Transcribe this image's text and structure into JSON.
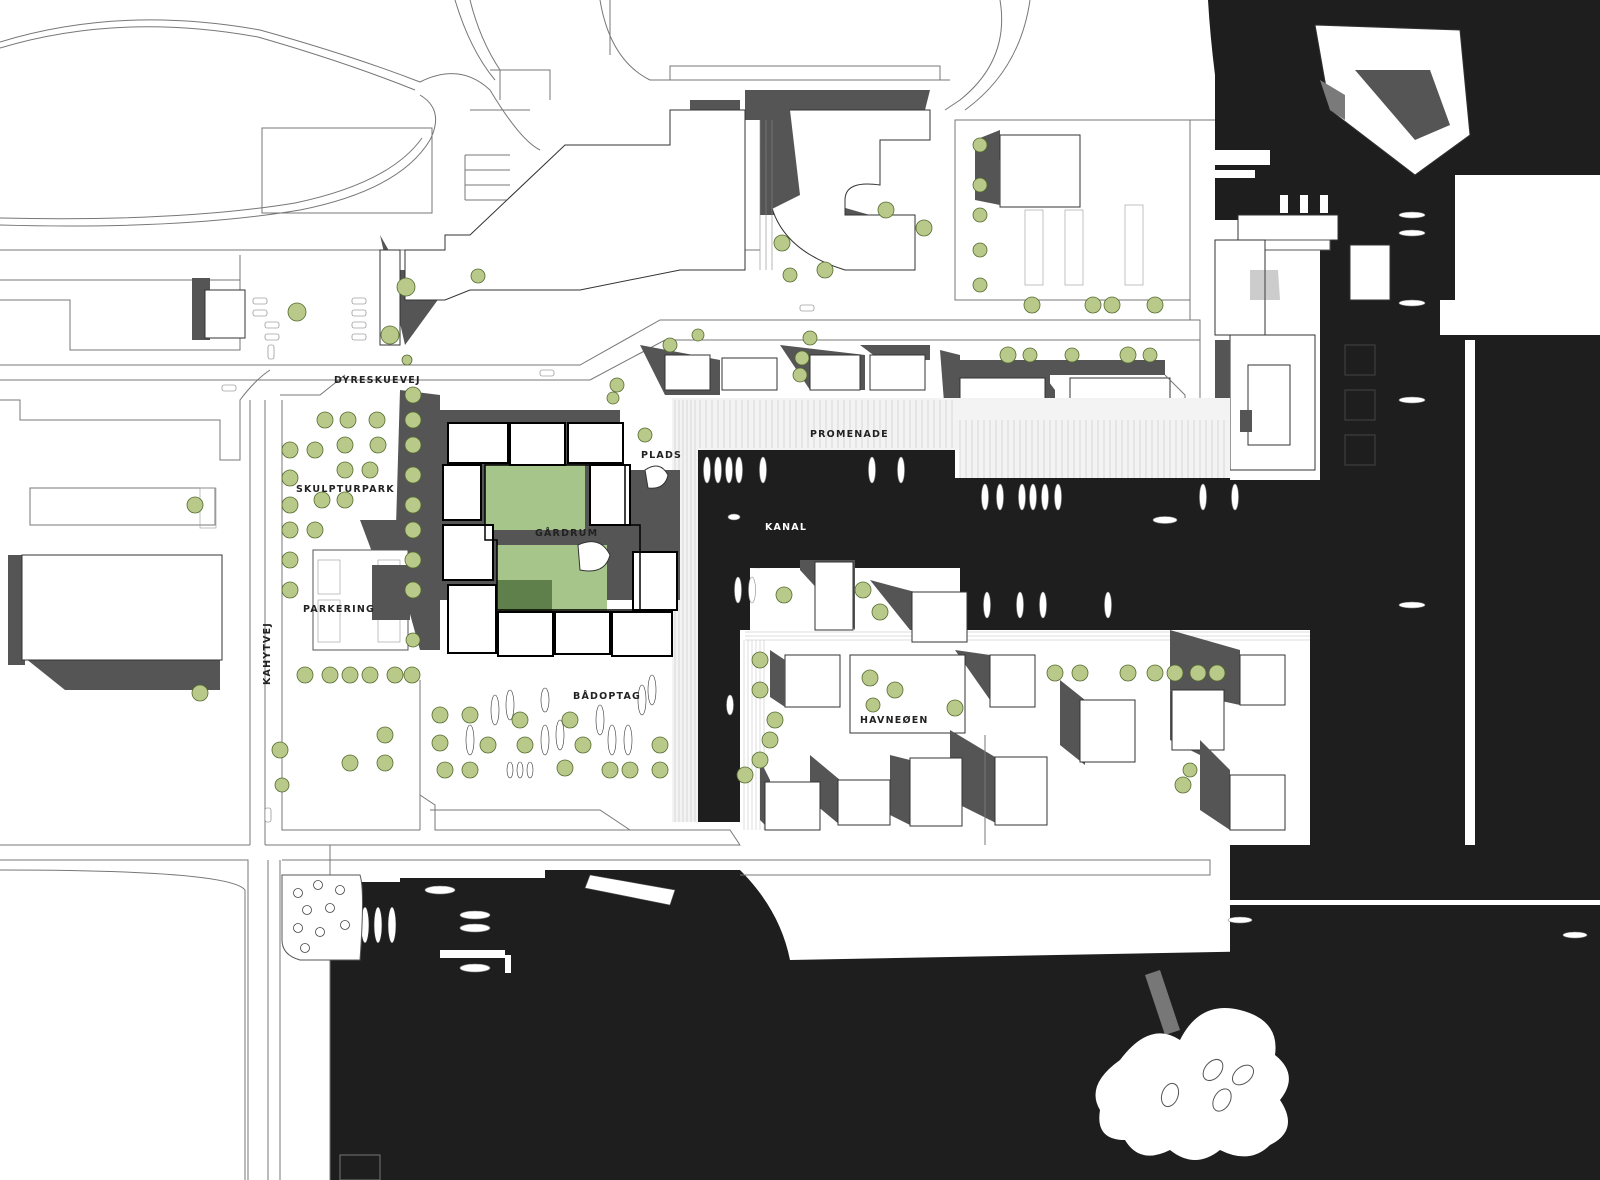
{
  "labels": {
    "dyreskuevej": "DYRESKUEVEJ",
    "skulpturpark": "SKULPTURPARK",
    "parkering": "PARKERING",
    "kahytvej": "KAHYTVEJ",
    "gardrum": "GÅRDRUM",
    "plads": "PLADS",
    "promenade": "PROMENADE",
    "kanal": "KANAL",
    "badoptag": "BÅDOPTAG",
    "havneoen": "HAVNEØEN"
  },
  "colors": {
    "water": "#1e1e1e",
    "shadow": "#555555",
    "tree_fill": "#b9c98a",
    "courtyard_green": "#a6c58a",
    "background": "#ffffff"
  }
}
